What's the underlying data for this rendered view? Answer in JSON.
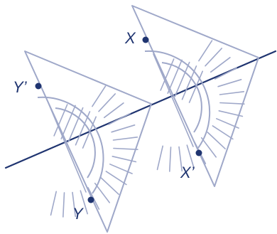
{
  "diagram": {
    "labels": {
      "x": "X",
      "x_prime": "X’",
      "y": "Y",
      "y_prime": "Y’"
    },
    "colors": {
      "outline": "#9fa8c9",
      "line": "#1f3470",
      "points": "#1f3470"
    }
  }
}
